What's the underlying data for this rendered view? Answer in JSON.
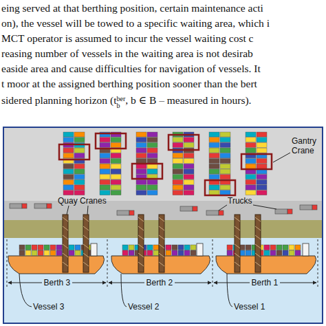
{
  "diagram": {
    "labels": [
      "eing served at that berthing position, certain maintenance acti",
      "on), the vessel will be towed to a specific waiting area, which i",
      "MCT operator is assumed to incur the vessel waiting cost c",
      "reasing number of vessels in the waiting area is not desirab",
      "easide area and cause difficulties for navigation of vessels. It",
      "t moor at the assigned berthing position sooner than the bert",
      "sidered planning horizon (t",
      "b",
      "ber",
      ", b ∈ B – measured in hours).",
      "Gantry Crane",
      "Quay Cranes",
      "Trucks",
      "Berth 3",
      "Berth 2",
      "Berth 1",
      "Vessel 3",
      "Vessel 2",
      "Vessel 1"
    ]
  }
}
